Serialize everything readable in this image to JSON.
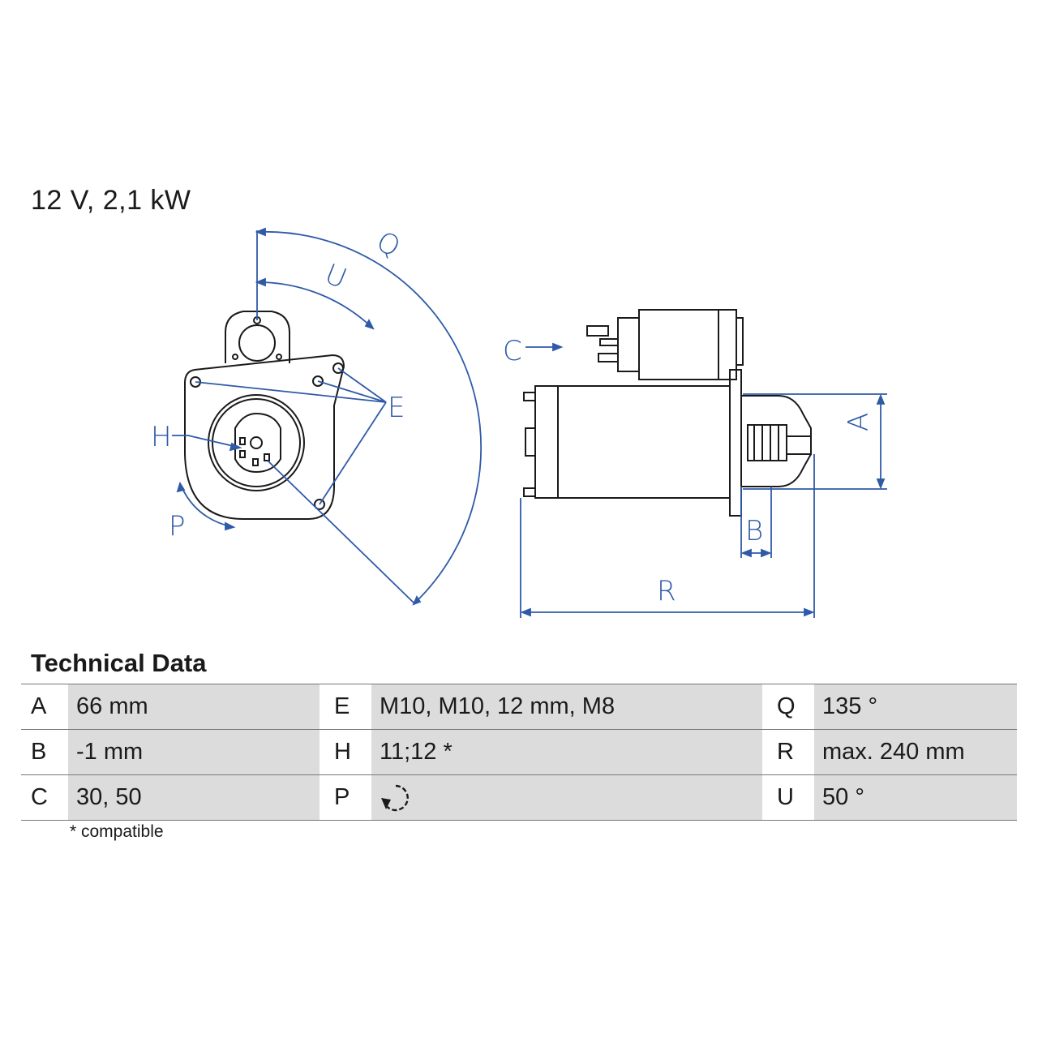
{
  "title": "12 V, 2,1 kW",
  "section_title": "Technical Data",
  "dimension_labels": {
    "Q": "Q",
    "U": "U",
    "E": "E",
    "H": "H",
    "P": "P",
    "C": "C",
    "A": "A",
    "B": "B",
    "R": "R"
  },
  "specs": [
    [
      {
        "key": "A",
        "value": "66 mm"
      },
      {
        "key": "E",
        "value": "M10, M10, 12 mm, M8"
      },
      {
        "key": "Q",
        "value": "135 °"
      }
    ],
    [
      {
        "key": "B",
        "value": "-1 mm"
      },
      {
        "key": "H",
        "value": "11;12 *"
      },
      {
        "key": "R",
        "value": "max. 240 mm"
      }
    ],
    [
      {
        "key": "C",
        "value": "30, 50"
      },
      {
        "key": "P",
        "value": "",
        "icon": "counterclockwise-rotation-icon"
      },
      {
        "key": "U",
        "value": "50 °"
      }
    ]
  ],
  "footnote": "* compatible",
  "colors": {
    "dimension": "#2f5aa8",
    "outline": "#1a1a1a",
    "cell_bg": "#dcdcdc"
  }
}
